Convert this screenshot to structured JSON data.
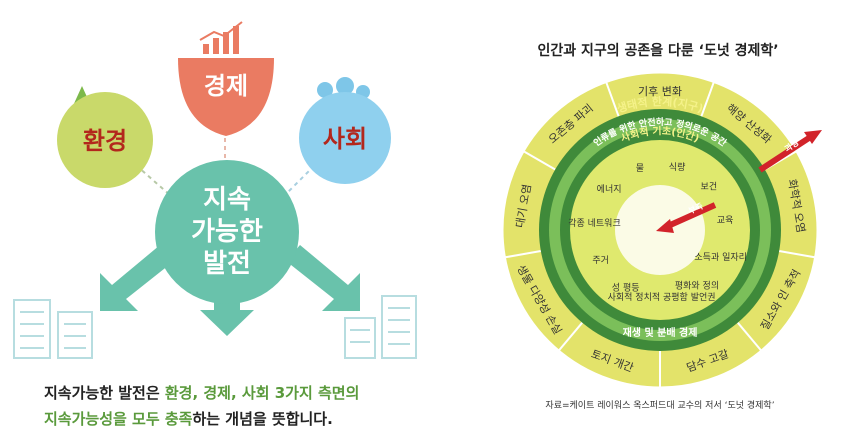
{
  "left": {
    "center": [
      "지속",
      "가능한",
      "발전"
    ],
    "environment": "환경",
    "economy": "경제",
    "society": "사회",
    "caption": {
      "line1_a": "지속가능한 발전은 ",
      "line1_b": "환경, 경제, 사회 3가지 측면의",
      "line2_a": "지속가능성을 모두 충족",
      "line2_b": "하는 개념을 뜻합니다."
    }
  },
  "right": {
    "title": "인간과 지구의 공존을 다룬 ‘도넛 경제학’",
    "ceiling_label": "생태적 한계(지구)",
    "safe_space_label": "인류를 위한 안전하고 정의로운 공간",
    "foundation_label": "사회적 기초(인간)",
    "regenerative_label": "재생 및 분배 경제",
    "outer_items": [
      "기후 변화",
      "해양 산성화",
      "화학적 오염",
      "질소와 인 축적",
      "담수 고갈",
      "토지 개간",
      "생물 다양성 손실",
      "대기 오염",
      "오존층 파괴"
    ],
    "inner_items": [
      "식량",
      "보건",
      "교육",
      "소득과 일자리",
      "평화와 정의",
      "사회적 정치적 공평함 발언권",
      "성 평등",
      "주거",
      "각종 네트워크",
      "에너지",
      "물"
    ],
    "overshoot": "과잉",
    "shortfall": "부족",
    "source": "자료=케이트 레이워스 옥스퍼드대 교수의 저서 ‘도넛 경제학’"
  },
  "colors": {
    "outer_ring": "#e3e36a",
    "dark_green": "#3f8a3a",
    "mid_green": "#7bbf5a",
    "inner_light": "#dfe96e",
    "teal": "#69c2ab",
    "salmon": "#ea7b62",
    "sky": "#7ec6e8",
    "arrow_red": "#d2232a"
  }
}
